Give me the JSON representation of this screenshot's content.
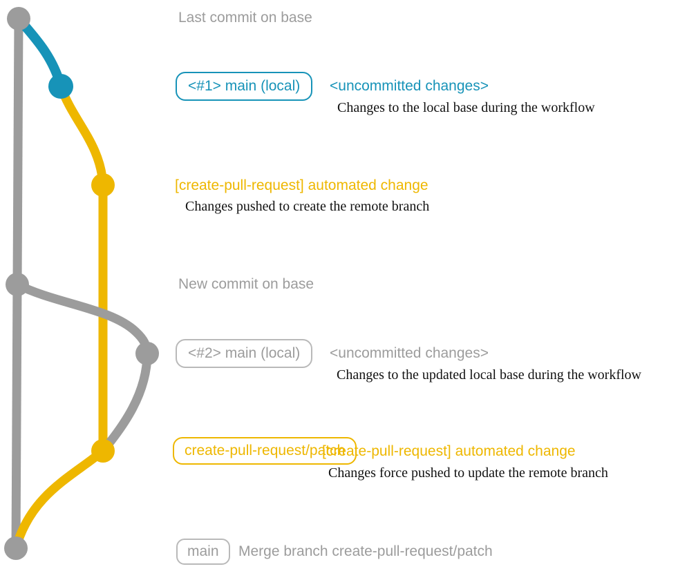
{
  "colors": {
    "gray": "#9c9c9c",
    "gray_box_border": "#b9b9b9",
    "blue": "#1793b8",
    "yellow": "#eeb700",
    "black": "#111111",
    "background": "#ffffff"
  },
  "annotations": {
    "last_commit": {
      "text": "Last commit on base"
    },
    "commit1": {
      "badge": "<#1> main (local)",
      "title": "<uncommitted changes>",
      "desc": "Changes to the local base during the workflow"
    },
    "push1": {
      "title": "[create-pull-request] automated change",
      "desc": "Changes pushed to create the remote branch"
    },
    "new_commit": {
      "text": "New commit on base"
    },
    "commit2": {
      "badge": "<#2> main (local)",
      "title": "<uncommitted changes>",
      "desc": "Changes to the updated local base during the workflow"
    },
    "push2": {
      "badge": "create-pull-request/patch",
      "title": "[create-pull-request] automated change",
      "desc": "Changes force pushed to update the remote branch"
    },
    "merge": {
      "badge": "main",
      "text": "Merge branch create-pull-request/patch"
    }
  }
}
